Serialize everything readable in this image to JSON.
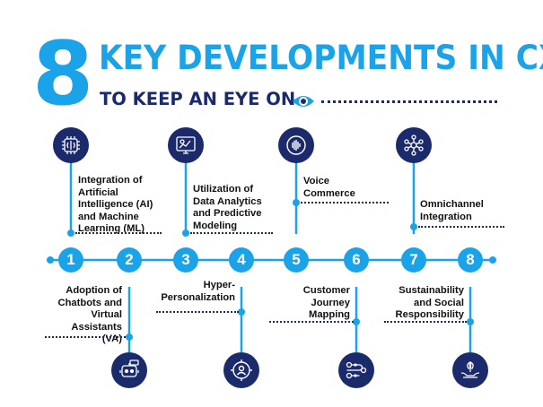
{
  "header": {
    "number": "8",
    "line1": "KEY DEVELOPMENTS IN CX",
    "line2": "TO KEEP AN EYE ON"
  },
  "colors": {
    "accent": "#1aa3e8",
    "navy": "#1b2a6b",
    "text": "#111111"
  },
  "steps": [
    {
      "number": "1",
      "label": "Integration of Artificial Intelligence (AI) and Machine Learning (ML)",
      "icon": "ai-chip-brain-icon"
    },
    {
      "number": "2",
      "label": "Adoption of Chatbots and Virtual Assistants (VA)",
      "icon": "chatbot-icon"
    },
    {
      "number": "3",
      "label": "Utilization of Data Analytics and Predictive Modeling",
      "icon": "analytics-dashboard-icon"
    },
    {
      "number": "4",
      "label": "Hyper-Personalization",
      "icon": "target-person-icon"
    },
    {
      "number": "5",
      "label": "Voice Commerce",
      "icon": "voice-wave-icon"
    },
    {
      "number": "6",
      "label": "Customer Journey Mapping",
      "icon": "journey-path-icon"
    },
    {
      "number": "7",
      "label": "Omnichannel Integration",
      "icon": "network-hub-icon"
    },
    {
      "number": "8",
      "label": "Sustainability and Social Responsibility",
      "icon": "eco-hands-icon"
    }
  ]
}
